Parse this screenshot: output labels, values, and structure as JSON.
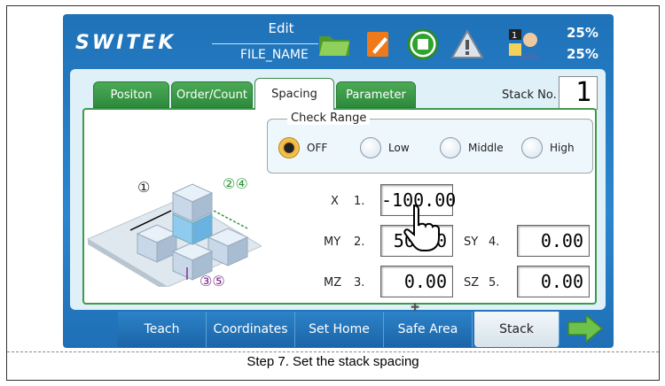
{
  "header": {
    "logo": "SWITEK",
    "mode": "Edit",
    "file_name": "FILE_NAME",
    "percent_top": "25%",
    "percent_bottom": "25%",
    "icons": [
      "folder-icon",
      "edit-icon",
      "stop-icon",
      "warning-icon",
      "user-icon"
    ]
  },
  "tabs": [
    {
      "label": "Positon"
    },
    {
      "label": "Order/Count"
    },
    {
      "label": "Spacing"
    },
    {
      "label": "Parameter"
    }
  ],
  "active_tab": "Spacing",
  "stack": {
    "label": "Stack No.",
    "value": "1"
  },
  "check_range": {
    "title": "Check Range",
    "options": [
      "OFF",
      "Low",
      "Middle",
      "High"
    ],
    "selected": "OFF"
  },
  "fields": {
    "x": {
      "axis": "X",
      "num": "1.",
      "value": "-100.00"
    },
    "my": {
      "axis": "MY",
      "num": "2.",
      "value": "50.00"
    },
    "mz": {
      "axis": "MZ",
      "num": "3.",
      "value": "0.00"
    },
    "sy": {
      "axis": "SY",
      "num": "4.",
      "value": "0.00"
    },
    "sz": {
      "axis": "SZ",
      "num": "5.",
      "value": "0.00"
    }
  },
  "diagram_labels": {
    "a": "①",
    "b": "②④",
    "c": "③⑤"
  },
  "bottom_tabs": [
    "Teach",
    "Coordinates",
    "Set Home",
    "Safe Area",
    "Stack"
  ],
  "active_bottom_tab": "Stack",
  "caption": "Step 7. Set the stack spacing",
  "colors": {
    "accent_blue": "#1f72b8",
    "tab_green": "#3e9a4c",
    "radio_selected": "#f0b23c"
  }
}
